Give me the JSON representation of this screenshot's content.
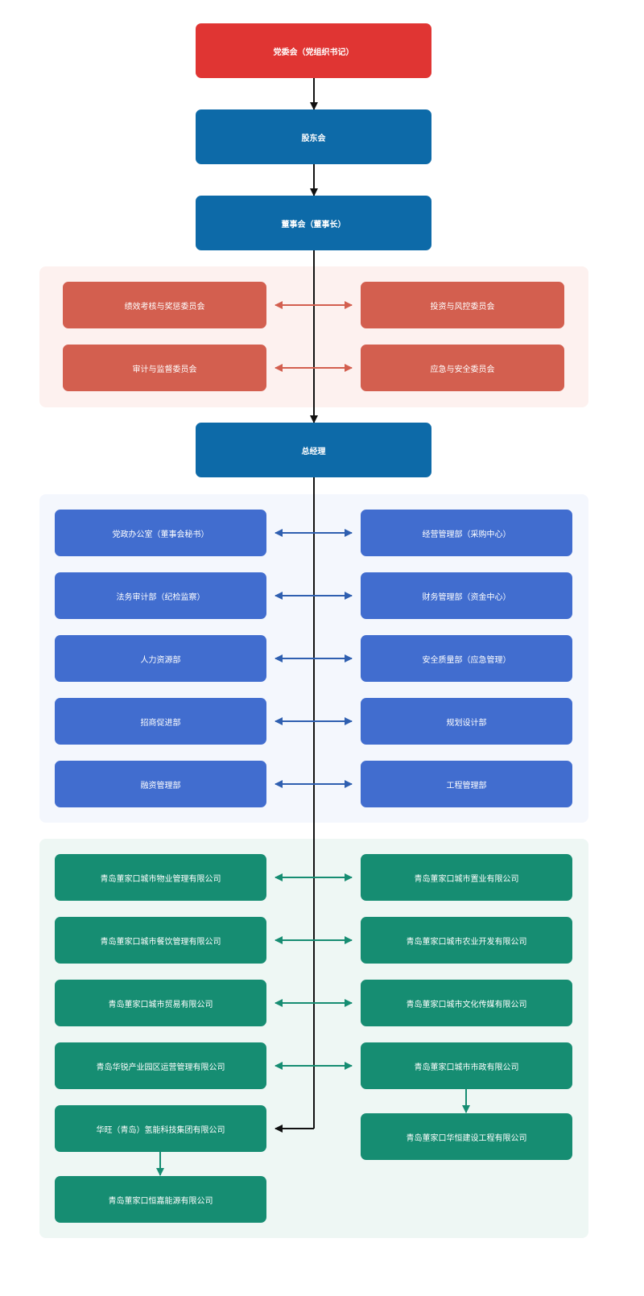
{
  "colors": {
    "party": "#e03533",
    "governance": "#0d6aa8",
    "committee": "#d35f4f",
    "committee_panel": "#fdf1ef",
    "department": "#416dcf",
    "department_panel": "#f4f7fd",
    "subsidiary": "#168d72",
    "subsidiary_panel": "#eef7f4",
    "line": "#111111",
    "committee_arrow": "#d35f4f",
    "department_arrow": "#2f5fb0",
    "subsidiary_arrow": "#168d72"
  },
  "party_committee": "党委会（党组织书记）",
  "shareholders": "股东会",
  "board": "董事会（董事长）",
  "general_manager": "总经理",
  "committees": {
    "left": [
      "绩效考核与奖惩委员会",
      "审计与监督委员会"
    ],
    "right": [
      "投资与风控委员会",
      "应急与安全委员会"
    ]
  },
  "departments": {
    "left": [
      "党政办公室（董事会秘书）",
      "法务审计部（纪检监察）",
      "人力资源部",
      "招商促进部",
      "融资管理部"
    ],
    "right": [
      "经营管理部（采购中心）",
      "财务管理部（资金中心）",
      "安全质量部（应急管理）",
      "规划设计部",
      "工程管理部"
    ]
  },
  "subsidiaries": {
    "left": [
      "青岛董家口城市物业管理有限公司",
      "青岛董家口城市餐饮管理有限公司",
      "青岛董家口城市贸易有限公司",
      "青岛华锐产业园区运营管理有限公司",
      "华旺（青岛）氢能科技集团有限公司"
    ],
    "right": [
      "青岛董家口城市置业有限公司",
      "青岛董家口城市农业开发有限公司",
      "青岛董家口城市文化传媒有限公司",
      "青岛董家口城市市政有限公司"
    ],
    "left_child": "青岛董家口恒嘉能源有限公司",
    "right_child": "青岛董家口华恒建设工程有限公司"
  }
}
